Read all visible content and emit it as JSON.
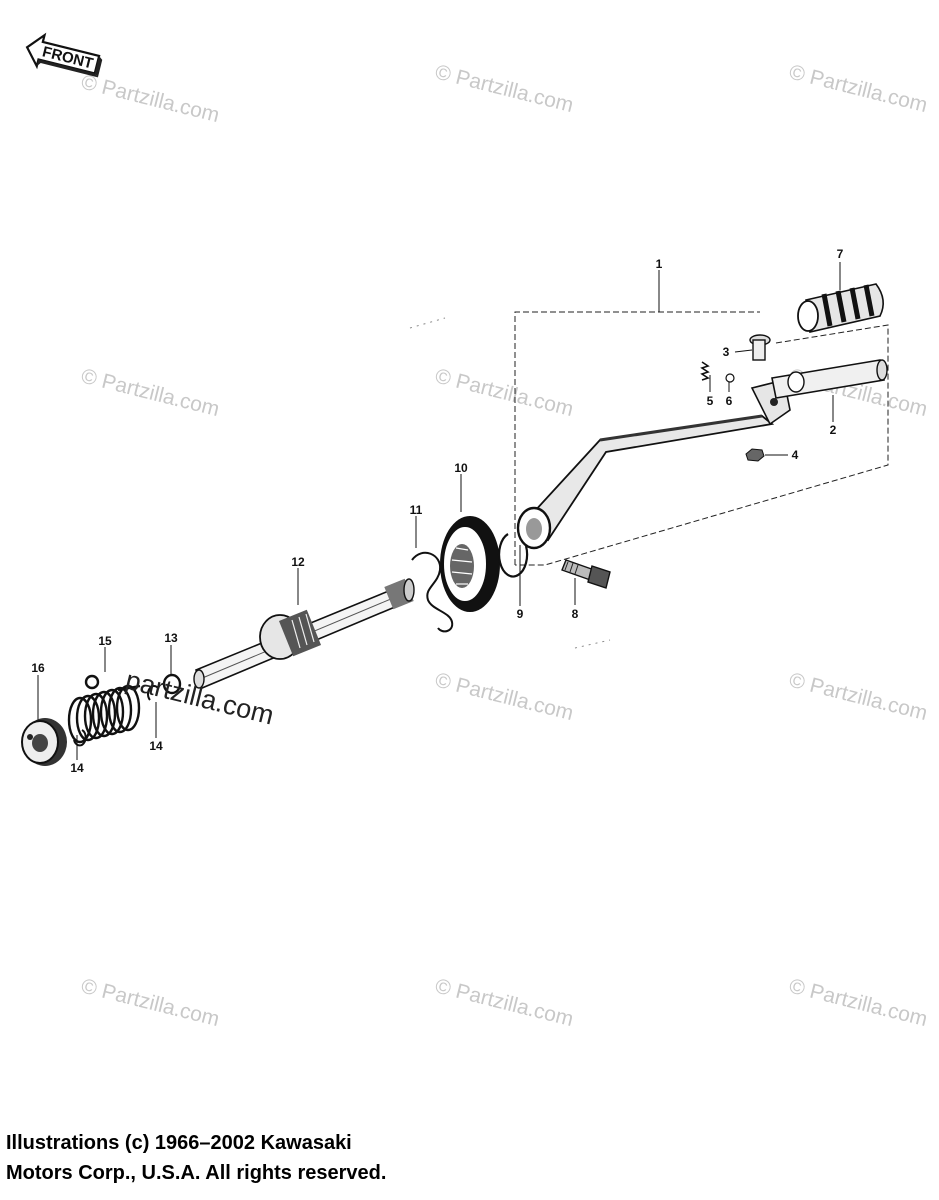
{
  "front_label": "FRONT",
  "watermark": {
    "text": "© Partzilla.com",
    "overlay_text": "partzilla.com"
  },
  "callouts": {
    "c1": "1",
    "c2": "2",
    "c3": "3",
    "c4": "4",
    "c5": "5",
    "c6": "6",
    "c7": "7",
    "c8": "8",
    "c9": "9",
    "c10": "10",
    "c11": "11",
    "c12": "12",
    "c13": "13",
    "c14a": "14",
    "c14b": "14",
    "c15": "15",
    "c16": "16"
  },
  "copyright": {
    "line1": "Illustrations (c) 1966–2002 Kawasaki",
    "line2": "Motors Corp., U.S.A.  All rights reserved."
  }
}
